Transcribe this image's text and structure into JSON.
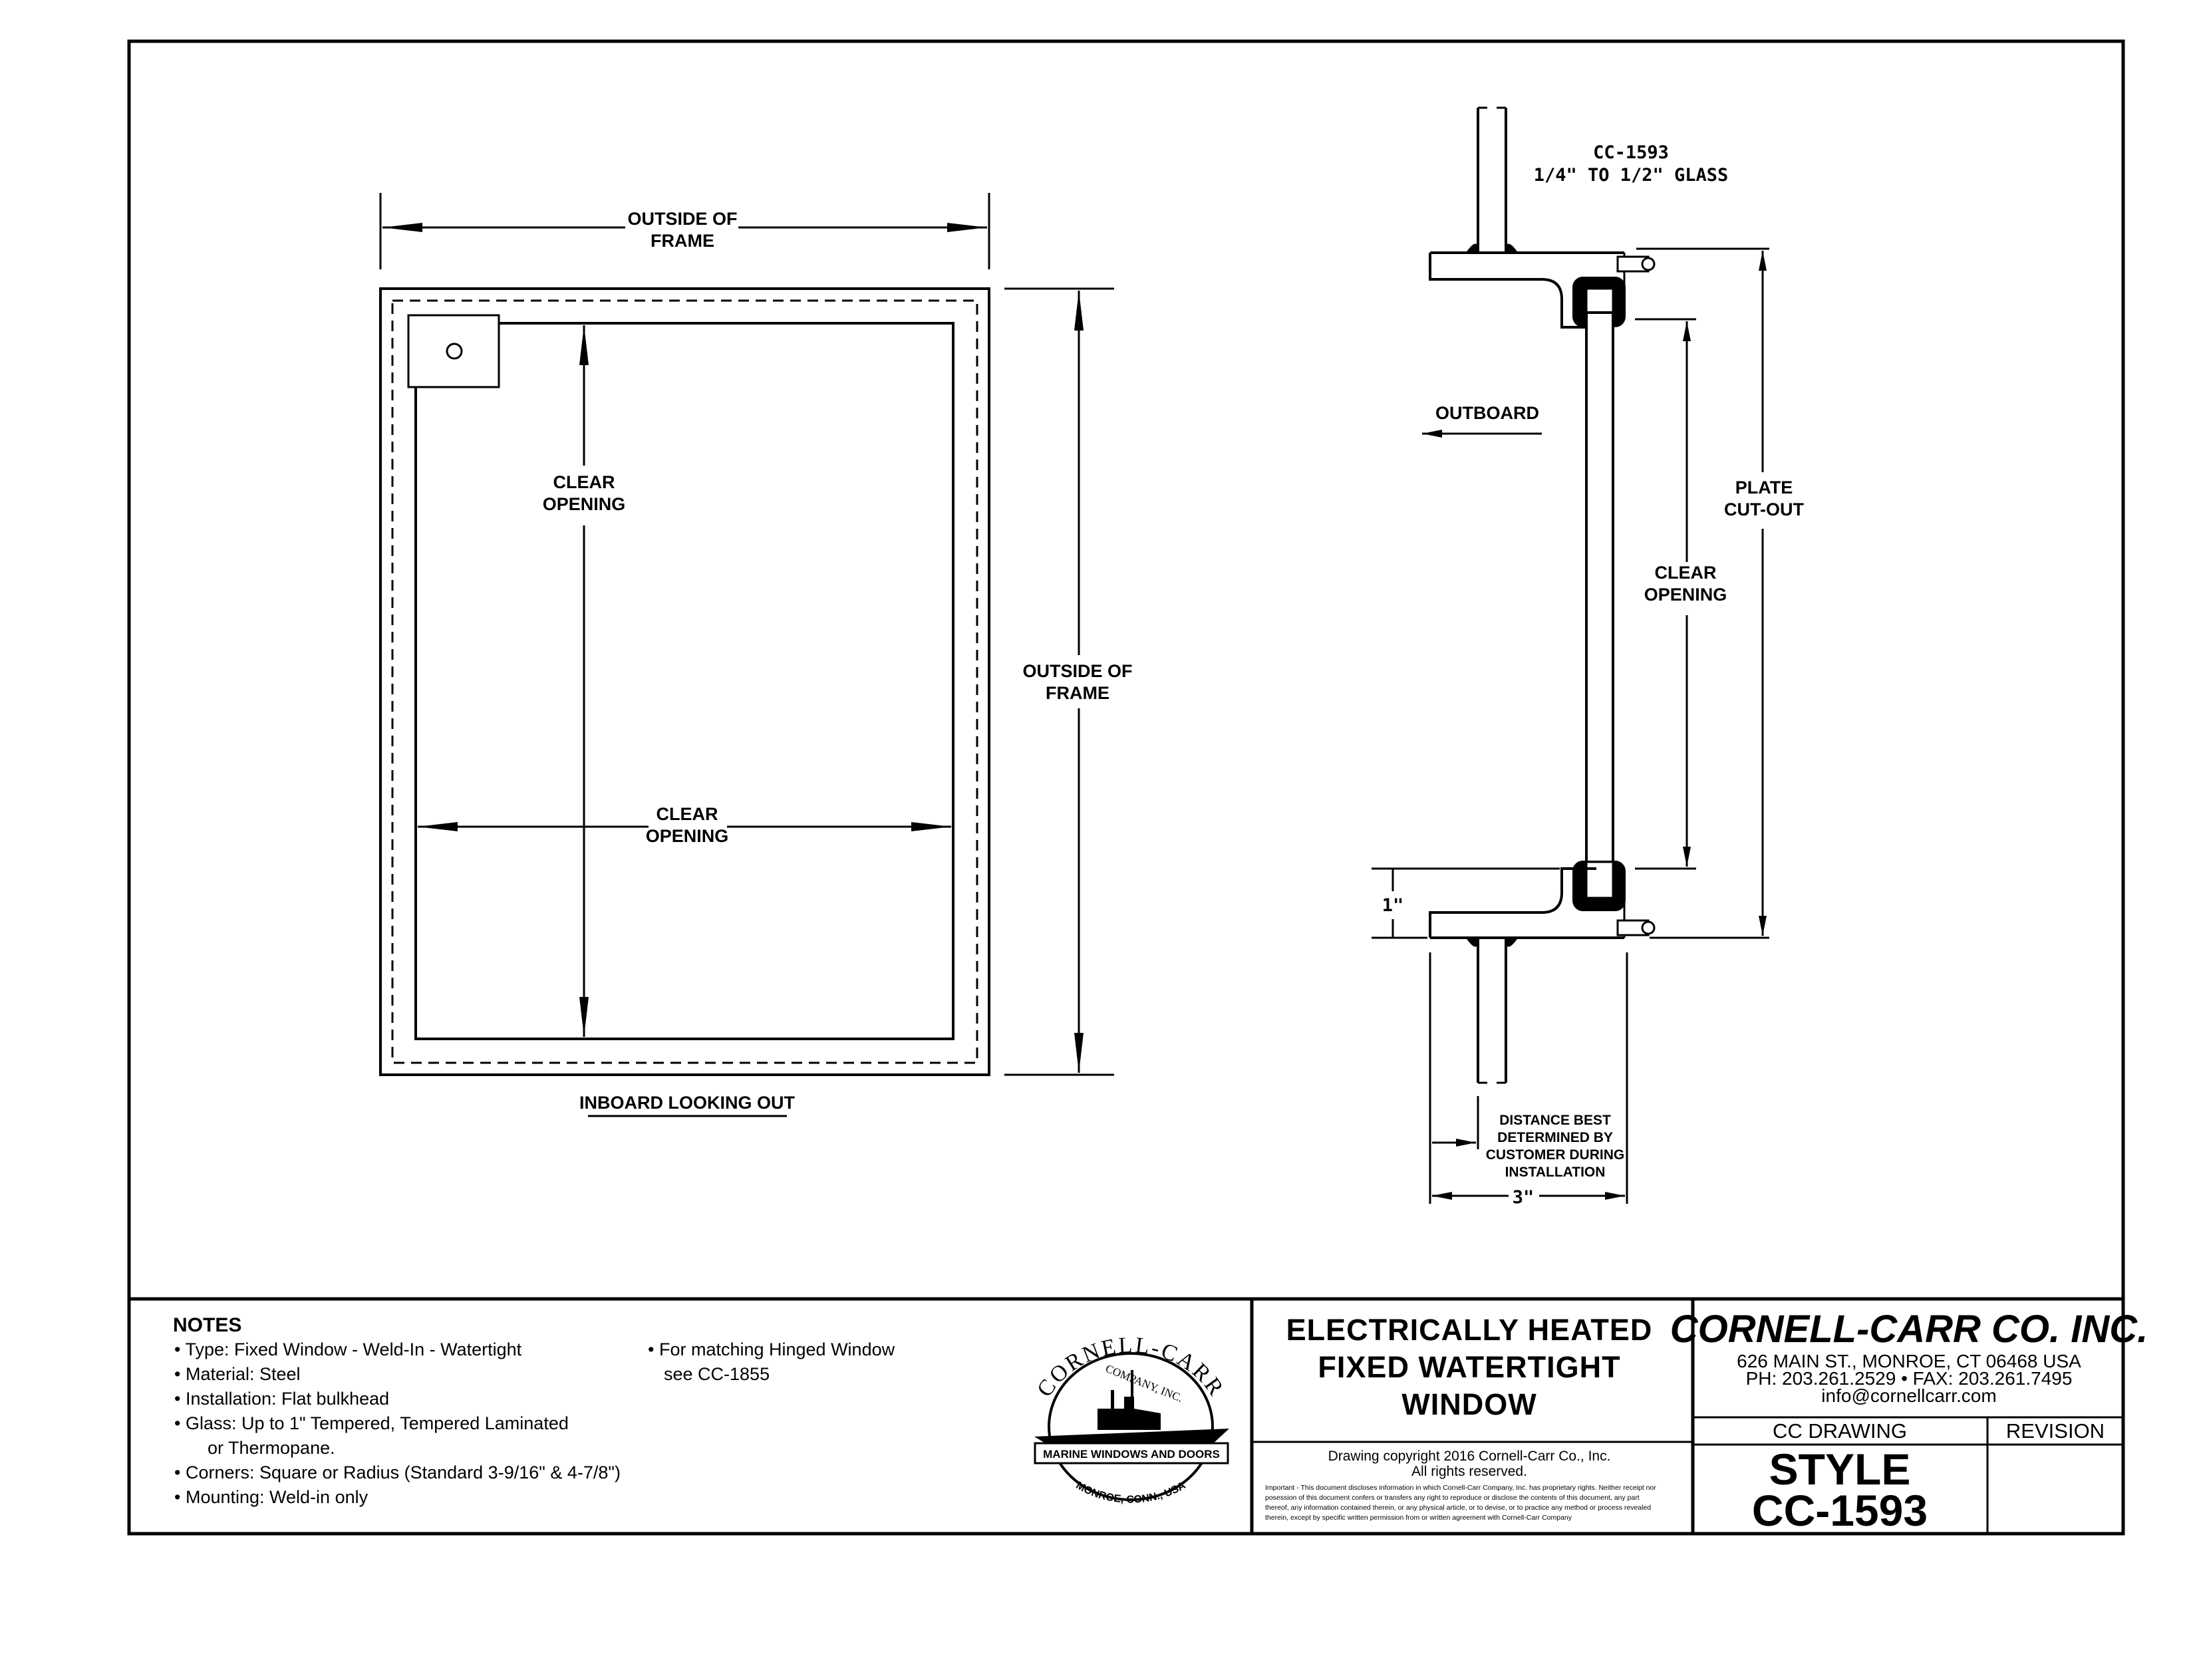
{
  "front_view": {
    "outside_width_label": [
      "OUTSIDE OF",
      "FRAME"
    ],
    "outside_height_label": [
      "OUTSIDE OF",
      "FRAME"
    ],
    "clear_height_label": [
      "CLEAR",
      "OPENING"
    ],
    "clear_width_label": [
      "CLEAR",
      "OPENING"
    ],
    "caption": "INBOARD LOOKING OUT"
  },
  "section_view": {
    "glass_label": [
      "CC-1593",
      "1/4\" TO 1/2\" GLASS"
    ],
    "outboard_label": "OUTBOARD",
    "plate_cutout_label": [
      "PLATE",
      "CUT-OUT"
    ],
    "clear_opening_label": [
      "CLEAR",
      "OPENING"
    ],
    "one_inch_label": "1\"",
    "distance_note": [
      "DISTANCE BEST",
      "DETERMINED BY",
      "CUSTOMER DURING",
      "INSTALLATION"
    ],
    "three_inch_label": "3\""
  },
  "notes": {
    "heading": "NOTES",
    "items": [
      "• Type: Fixed Window - Weld-In - Watertight",
      "• Material: Steel",
      "• Installation: Flat bulkhead",
      "• Glass: Up to 1\" Tempered, Tempered Laminated",
      "or Thermopane.",
      "• Corners: Square or Radius (Standard 3-9/16\" & 4-7/8\")",
      "• Mounting: Weld-in only"
    ],
    "side_items": [
      "• For matching Hinged Window",
      "see CC-1855"
    ]
  },
  "logo": {
    "arc_text": "CORNELL-CARR",
    "sub_text": "COMPANY, INC.",
    "banner_text": "MARINE WINDOWS AND DOORS",
    "bottom_text": "MONROE, CONN., USA"
  },
  "title_block": {
    "title_lines": [
      "ELECTRICALLY HEATED",
      "FIXED WATERTIGHT",
      "WINDOW"
    ],
    "copyright_lines": [
      "Drawing copyright 2016 Cornell-Carr Co., Inc.",
      "All rights reserved."
    ],
    "legal_lines": [
      "Important - This document discloses information in which Cornell-Carr Company, Inc. has proprietary rights. Neither receipt nor",
      "posession of this document confers or transfers any right to reproduce or disclose the contents of this document, any part",
      "thereof, any information contained therein, or any physical article, or to devise, or to practice any method or process revealed",
      "therein, except by specific written permission from or written agreement with Cornell-Carr Company"
    ],
    "company_name": "CORNELL-CARR CO. INC.",
    "address_lines": [
      "626 MAIN ST., MONROE, CT 06468 USA",
      "PH: 203.261.2529 • FAX: 203.261.7495",
      "info@cornellcarr.com"
    ],
    "drawing_header": "CC DRAWING",
    "revision_header": "REVISION",
    "style_lines": [
      "STYLE",
      "CC-1593"
    ],
    "revision_value": ""
  }
}
